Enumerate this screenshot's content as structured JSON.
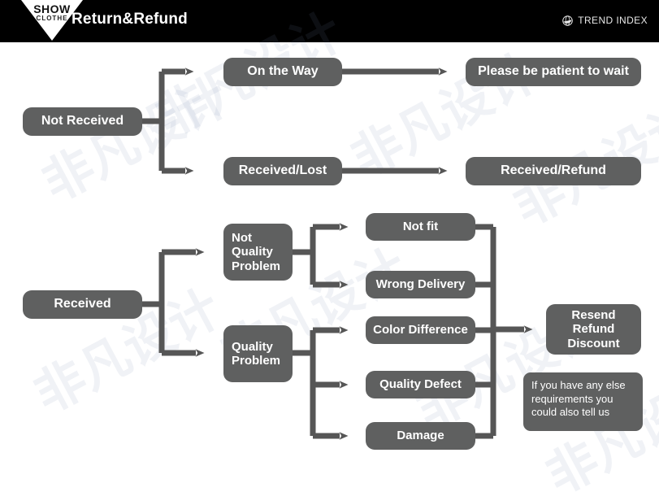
{
  "header": {
    "logo_primary": "SHOW",
    "logo_secondary": "CLOTHE",
    "title": "Return&Refund",
    "brand_right": "TREND INDEX",
    "brand_icon": "globe-icon",
    "background_color": "#000000",
    "title_color": "#ffffff"
  },
  "theme": {
    "node_fill": "#5f6060",
    "node_text": "#ffffff",
    "connector": "#565656",
    "canvas": "#ffffff"
  },
  "watermark": {
    "text": "非凡设计",
    "color": "rgba(120,140,170,0.11)"
  },
  "flow": {
    "branch_not_received": {
      "root": "Not Received",
      "options": [
        {
          "label": "On the Way",
          "outcome": "Please be patient to wait"
        },
        {
          "label": "Received/Lost",
          "outcome": "Received/Refund"
        }
      ]
    },
    "branch_received": {
      "root": "Received",
      "categories": [
        {
          "label": "Not\nQuality\nProblem",
          "reasons": [
            "Not fit",
            "Wrong Delivery"
          ]
        },
        {
          "label": "Quality\nProblem",
          "reasons": [
            "Color Difference",
            "Quality Defect",
            "Damage"
          ]
        }
      ],
      "resolution": "Resend\nRefund\nDiscount",
      "callout": "If you have any else\nrequirements you\ncould also tell us"
    }
  }
}
